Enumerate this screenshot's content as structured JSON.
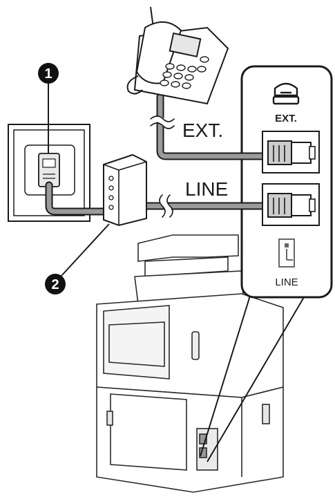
{
  "labels": {
    "ext_cable": "EXT.",
    "line_cable": "LINE",
    "ext_port": "EXT.",
    "line_port": "LINE"
  },
  "callouts": [
    "1",
    "2"
  ],
  "icons": [
    "telephone-icon",
    "wall-jack-icon",
    "splitter-icon",
    "ext-port-icon",
    "line-port-icon",
    "printer-icon"
  ],
  "colors": {
    "stroke": "#1a1a1a",
    "cable": "#9a9a9a",
    "panel": "#ffffff",
    "callout": "#111111"
  }
}
